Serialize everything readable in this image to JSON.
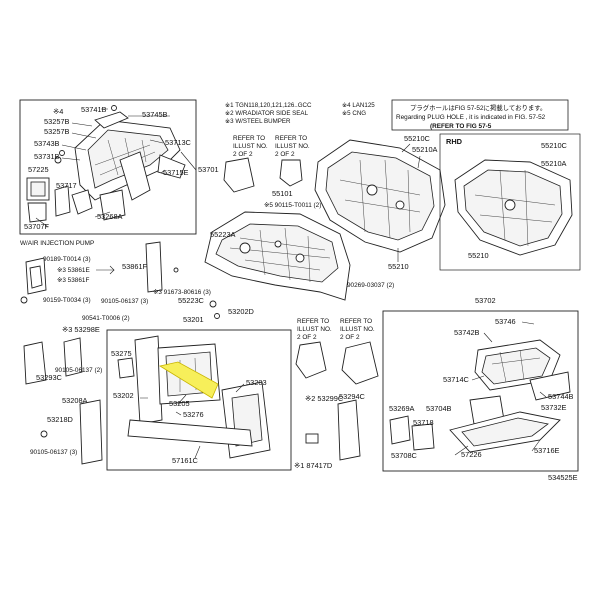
{
  "notes_top": {
    "n1": "※1 TGN118,120,121,126..GCC",
    "n2": "※2 W/RADIATOR SIDE SEAL",
    "n3": "※3 W/STEEL BUMPER",
    "n4": "※4 LAN125",
    "n5": "※5 CNG"
  },
  "plug_note": {
    "line1": "プラグホールはFIG 57-52に掲載しております。",
    "line2": "Regarding PLUG HOLE , it is indicated in FIG. 57-52",
    "line3": "(REFER TO FIG 57-5"
  },
  "rhd_label": "RHD",
  "refer_label": [
    "REFER TO",
    "ILLUST NO.",
    "2 OF 2"
  ],
  "air_injection_label": "W/AIR INJECTION PUMP",
  "diagram_id": "534525E",
  "parts": {
    "p53741B": "53741B",
    "s4": "※4",
    "p53257B_1": "53257B",
    "p53257B_2": "53257B",
    "p53745B": "53745B",
    "p53743B": "53743B",
    "p53713C": "53713C",
    "p53731B": "53731B",
    "p57225": "57225",
    "p53717": "53717",
    "p53715E": "53715E",
    "p53701": "53701",
    "p53707F": "53707F",
    "p53268A": "53268A",
    "p55101": "55101",
    "p90115_T0011": "※5 90115-T0011 (2)",
    "p55223A": "55223A",
    "p55210C_1": "55210C",
    "p55210A_1": "55210A",
    "p55210": "55210",
    "p55210C_2": "55210C",
    "p55210A_2": "55210A",
    "p55210_2": "55210",
    "p90189_T0014": "90189-T0014 (3)",
    "p53861E": "※3 53861E",
    "p53861F": "※3 53861F",
    "p53861F_b": "53861F",
    "p90159_T0034": "90159-T0034 (3)",
    "p90105_06137_3": "90105-06137 (3)",
    "p91673": "※3 91673-80616 (3)",
    "p55223C": "55223C",
    "p53202D": "53202D",
    "p90269": "90269-03037 (2)",
    "p53702": "53702",
    "p90541": "90541-T0006 (2)",
    "p53201": "53201",
    "p53746": "53746",
    "p53298E": "※3 53298E",
    "p53742B": "53742B",
    "p53275": "53275",
    "p53293C": "53293C",
    "p90105_06137_2": "90105-06137 (2)",
    "p53205": "53205",
    "p53714C": "53714C",
    "p53203": "53203",
    "p53744B": "53744B",
    "p53732E": "53732E",
    "p53202": "53202",
    "p53208A": "53208A",
    "p53299C": "※2 53299C",
    "p53294C": "53294C",
    "p53269A": "53269A",
    "p53704B": "53704B",
    "p53218D": "53218D",
    "p53718": "53718",
    "p53276": "53276",
    "p90105_06137_b": "90105-06137 (3)",
    "p57161C": "57161C",
    "p87417D": "※1 87417D",
    "p53708C": "53708C",
    "p57226": "57226",
    "p53716E": "53716E"
  }
}
